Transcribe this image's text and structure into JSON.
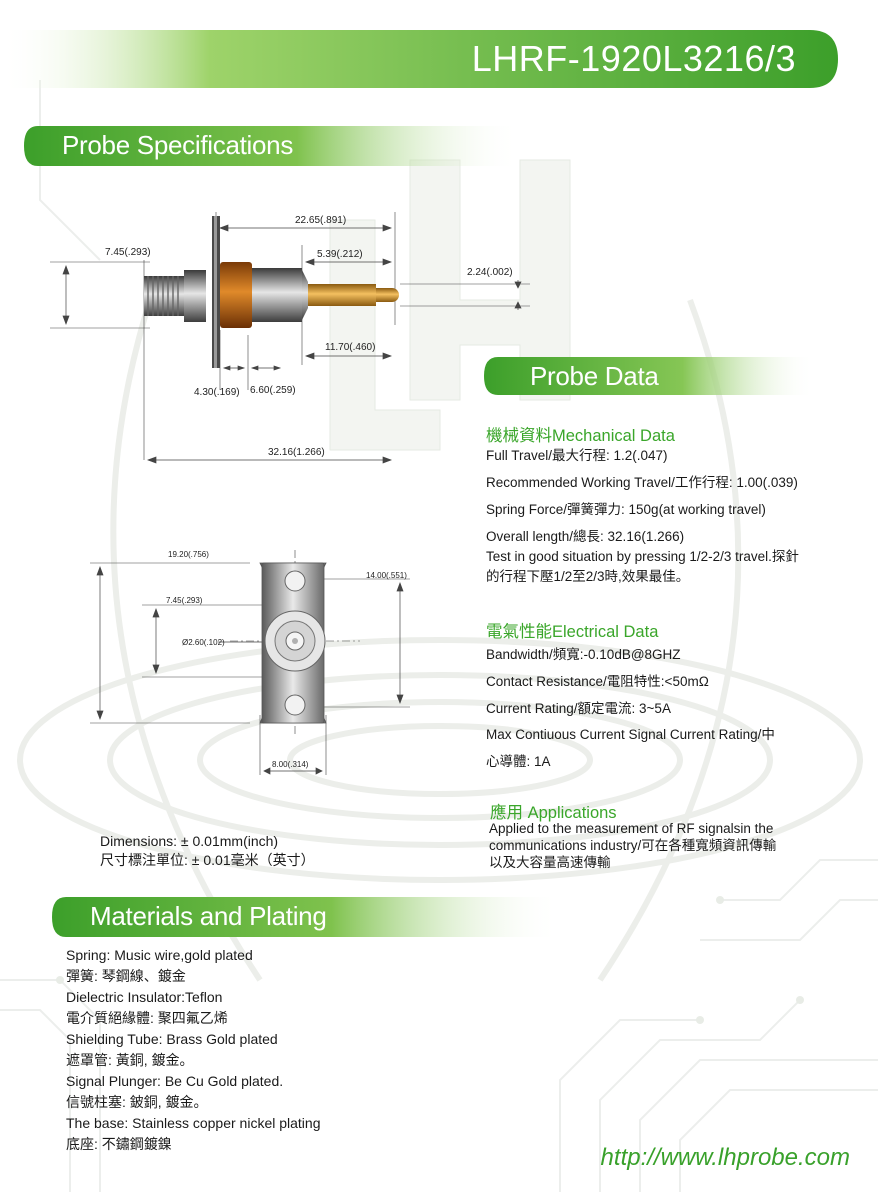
{
  "header": {
    "title": "LHRF-1920L3216/3"
  },
  "sections": {
    "probe_specifications": "Probe Specifications",
    "probe_data": "Probe Data",
    "materials": "Materials and Plating"
  },
  "drawing_top": {
    "dims": [
      "22.65(.891)",
      "7.45(.293)",
      "5.39(.212)",
      "2.24(.002)",
      "11.70(.460)",
      "4.30(.169)",
      "6.60(.259)",
      "32.16(1.266)"
    ]
  },
  "drawing_bottom": {
    "dims": [
      "19.20(.756)",
      "14.00(.551)",
      "7.45(.293)",
      "Ø2.60(.102)",
      "8.00(.314)"
    ]
  },
  "dimensions_note": {
    "line1": "Dimensions: ± 0.01mm(inch)",
    "line2": "尺寸標注單位: ± 0.01毫米（英寸）"
  },
  "mechanical": {
    "heading": "機械資料Mechanical Data",
    "lines": [
      "Full Travel/最大行程:   1.2(.047)",
      "Recommended Working Travel/工作行程:  1.00(.039)",
      "Spring Force/彈簧彈力:  150g(at working travel)",
      "Overall length/總長:  32.16(1.266)",
      "Test in good situation by pressing 1/2-2/3 travel.探針",
      "的行程下壓1/2至2/3時,效果最佳。"
    ]
  },
  "electrical": {
    "heading": "電氣性能Electrical Data",
    "lines": [
      "Bandwidth/頻寬:-0.10dB@8GHZ",
      "Contact Resistance/電阻特性:<50mΩ",
      "Current Rating/額定電流:  3~5A",
      "Max Contiuous Current Signal Current Rating/中",
      "心導體:  1A"
    ]
  },
  "applications": {
    "heading": "應用 Applications",
    "lines": [
      "Applied to the measurement of RF signalsin the",
      "communications industry/可在各種寬頻資訊傳輸",
      "以及大容量高速傳輸"
    ]
  },
  "materials": {
    "lines": [
      "Spring:   Music wire,gold plated",
      "彈簧:   琴鋼線、鍍金",
      "Dielectric Insulator:Teflon",
      "電介質絕緣體: 聚四氟乙烯",
      "Shielding Tube: Brass Gold plated",
      "遮罩管: 黃銅, 鍍金。",
      "Signal Plunger: Be Cu Gold plated.",
      "信號柱塞: 鈹銅, 鍍金。",
      "The base:  Stainless copper nickel plating",
      "底座: 不鏽鋼鍍鎳"
    ]
  },
  "footer": {
    "url": "http://www.lhprobe.com"
  },
  "colors": {
    "brand_green": "#44a832",
    "heading_green": "#3aa62a"
  }
}
